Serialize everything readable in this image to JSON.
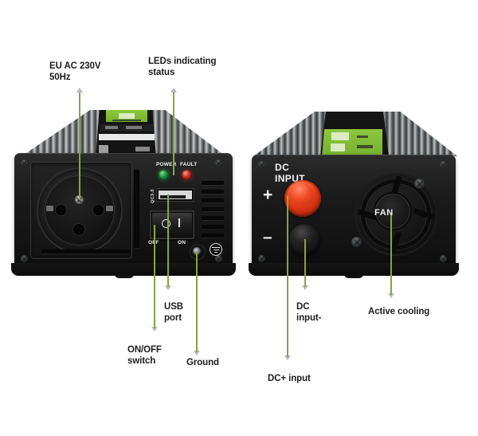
{
  "page": {
    "background_color": "#ffffff",
    "leader_color": "#86a63c",
    "arrow_color": "#b9b9b9"
  },
  "callouts": [
    {
      "id": "eu-ac",
      "text": "EU AC 230V\n50Hz"
    },
    {
      "id": "leds",
      "text": "LEDs indicating\nstatus"
    },
    {
      "id": "usb-port",
      "text": "USB\nport"
    },
    {
      "id": "onoff-switch",
      "text": "ON/OFF\nswitch"
    },
    {
      "id": "ground",
      "text": "Ground"
    },
    {
      "id": "dc-input-minus",
      "text": "DC\ninput-"
    },
    {
      "id": "dc-plus-input",
      "text": "DC+ input"
    },
    {
      "id": "active-cooling",
      "text": "Active cooling"
    }
  ],
  "left_device": {
    "name": "power-inverter-front-view",
    "led_power_label": "POWER",
    "led_fault_label": "FAULT",
    "led_power_color": "#1f8f3a",
    "led_fault_color": "#c32b1e",
    "usb_label": "QC3.0",
    "switch_off_label": "OFF",
    "switch_on_label": "ON",
    "switch_symbol_off": "O",
    "switch_symbol_on": "I"
  },
  "right_device": {
    "name": "power-inverter-rear-view",
    "dc_input_label": "DC INPUT",
    "positive_symbol": "+",
    "negative_symbol": "–",
    "fan_label": "FAN",
    "positive_terminal_color": "#ec3b17",
    "negative_terminal_color": "#1d1d1d"
  }
}
